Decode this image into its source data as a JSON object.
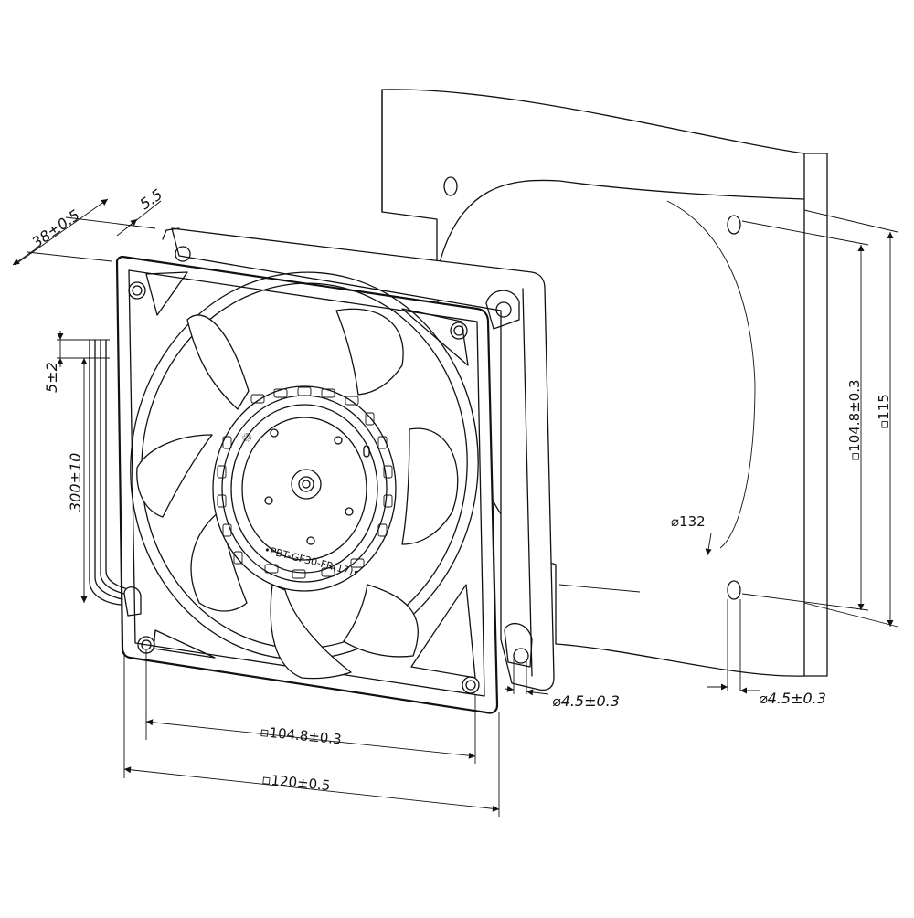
{
  "diagram": {
    "hub_label": "•PBT-GF30-FR(17)•",
    "recycle_mark": "♲",
    "dimensions": {
      "depth": "38±0.5",
      "flange": "5.5",
      "lead_strip": "5±2",
      "lead_length": "300±10",
      "hole_pitch_front": "▫104.8±0.3",
      "frame_size": "▫120±0.5",
      "hole_dia_front": "⌀4.5±0.3",
      "hole_pitch_cutout": "▫104.8±0.3",
      "plate_size": "▫115",
      "cutout_dia": "⌀132",
      "hole_dia_cutout": "⌀4.5±0.3"
    }
  }
}
